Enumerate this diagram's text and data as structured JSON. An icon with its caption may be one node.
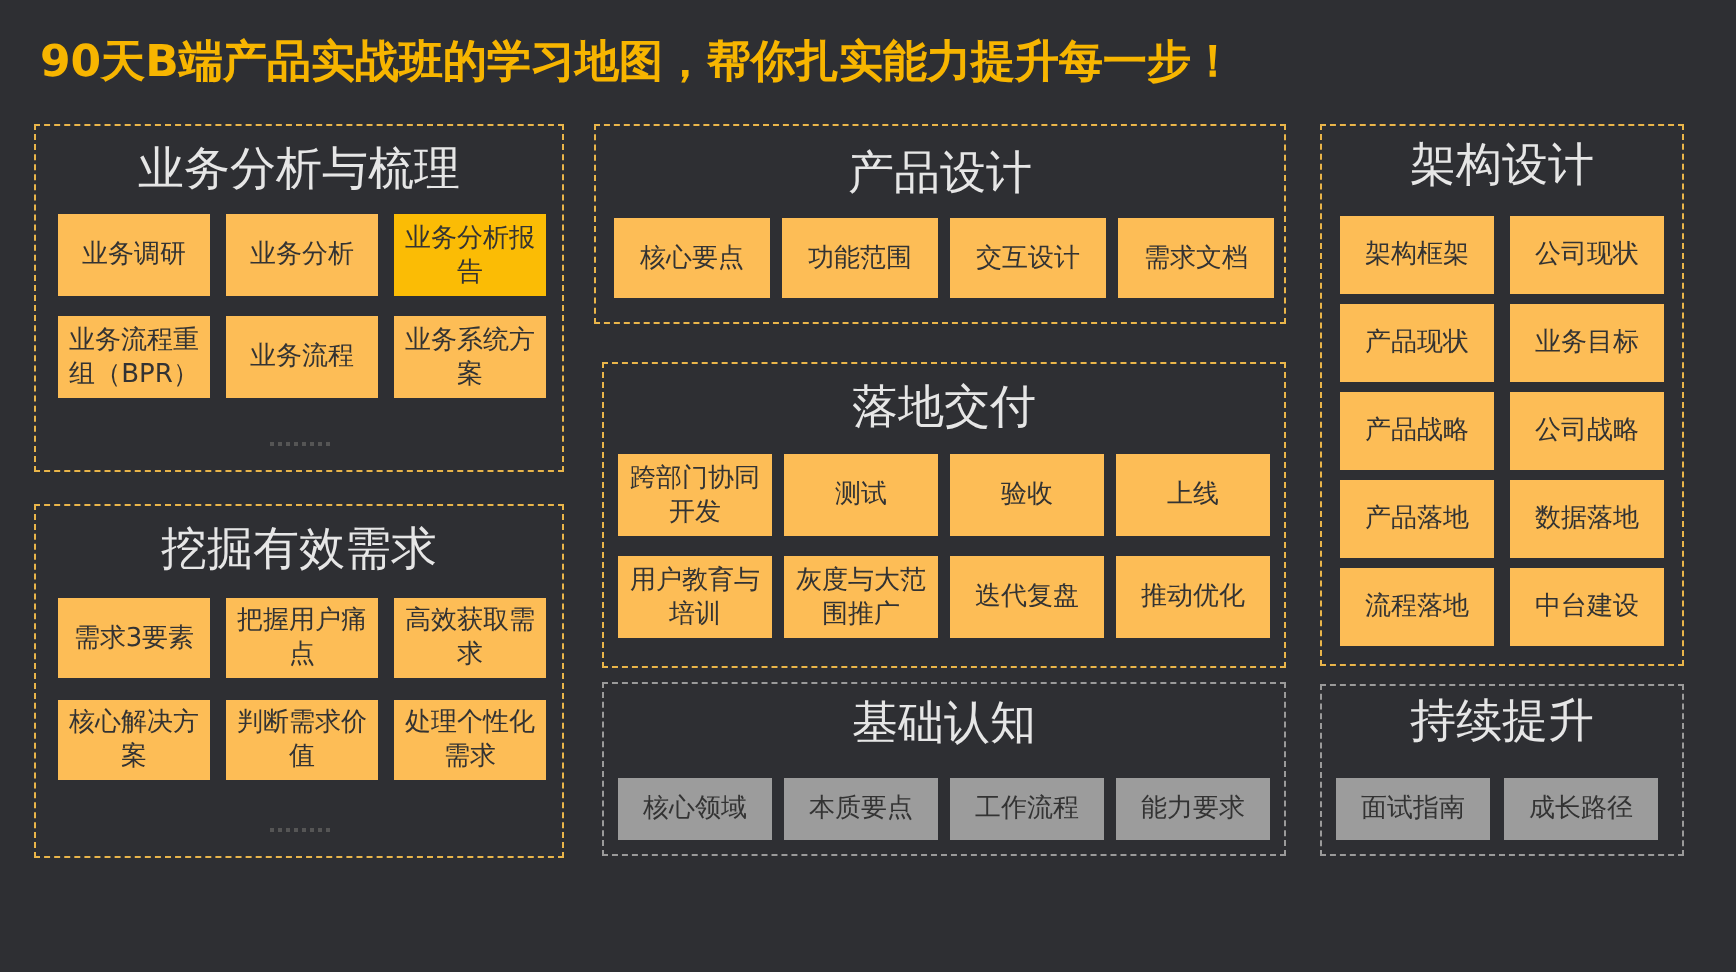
{
  "diagram": {
    "title": "90天B端产品实战班的学习地图，帮你扎实能力提升每一步！",
    "nodes": [
      {
        "text": [
          "业务分析与梳理"
        ]
      },
      {
        "text": [
          "业务调研"
        ],
        "in": 0
      },
      {
        "text": [
          "业务分析"
        ],
        "in": 0
      },
      {
        "text": [
          "业务分析报告"
        ],
        "in": 0
      },
      {
        "text": [
          "业务流程重组（BPR）"
        ],
        "in": 0
      },
      {
        "text": [
          "业务流程"
        ],
        "in": 0
      },
      {
        "text": [
          "业务系统方案"
        ],
        "in": 0
      },
      {
        "text": [
          "挖掘有效需求"
        ]
      },
      {
        "text": [
          "需求3要素"
        ],
        "in": 7
      },
      {
        "text": [
          "把握用户痛点"
        ],
        "in": 7
      },
      {
        "text": [
          "高效获取需求"
        ],
        "in": 7
      },
      {
        "text": [
          "核心解决方案"
        ],
        "in": 7
      },
      {
        "text": [
          "判断需求价值"
        ],
        "in": 7
      },
      {
        "text": [
          "处理个性化需求"
        ],
        "in": 7
      },
      {
        "text": [
          "产品设计"
        ]
      },
      {
        "text": [
          "核心要点"
        ],
        "in": 14
      },
      {
        "text": [
          "功能范围"
        ],
        "in": 14
      },
      {
        "text": [
          "交互设计"
        ],
        "in": 14
      },
      {
        "text": [
          "需求文档"
        ],
        "in": 14
      },
      {
        "text": [
          "落地交付"
        ]
      },
      {
        "text": [
          "跨部门协同开发"
        ],
        "in": 19
      },
      {
        "text": [
          "测试"
        ],
        "in": 19
      },
      {
        "text": [
          "验收"
        ],
        "in": 19
      },
      {
        "text": [
          "上线"
        ],
        "in": 19
      },
      {
        "text": [
          "用户教育与培训"
        ],
        "in": 19
      },
      {
        "text": [
          "灰度与大范围推广"
        ],
        "in": 19
      },
      {
        "text": [
          "迭代复盘"
        ],
        "in": 19
      },
      {
        "text": [
          "推动优化"
        ],
        "in": 19
      },
      {
        "text": [
          "基础认知"
        ]
      },
      {
        "text": [
          "核心领域"
        ],
        "in": 28
      },
      {
        "text": [
          "本质要点"
        ],
        "in": 28
      },
      {
        "text": [
          "工作流程"
        ],
        "in": 28
      },
      {
        "text": [
          "能力要求"
        ],
        "in": 28
      },
      {
        "text": [
          "架构设计"
        ]
      },
      {
        "text": [
          "架构框架"
        ],
        "in": 33
      },
      {
        "text": [
          "公司现状"
        ],
        "in": 33
      },
      {
        "text": [
          "产品现状"
        ],
        "in": 33
      },
      {
        "text": [
          "业务目标"
        ],
        "in": 33
      },
      {
        "text": [
          "产品战略"
        ],
        "in": 33
      },
      {
        "text": [
          "公司战略"
        ],
        "in": 33
      },
      {
        "text": [
          "产品落地"
        ],
        "in": 33
      },
      {
        "text": [
          "数据落地"
        ],
        "in": 33
      },
      {
        "text": [
          "流程落地"
        ],
        "in": 33
      },
      {
        "text": [
          "中台建设"
        ],
        "in": 33
      },
      {
        "text": [
          "持续提升"
        ]
      },
      {
        "text": [
          "面试指南"
        ],
        "in": 44
      },
      {
        "text": [
          "成长路径"
        ],
        "in": 44
      }
    ]
  }
}
